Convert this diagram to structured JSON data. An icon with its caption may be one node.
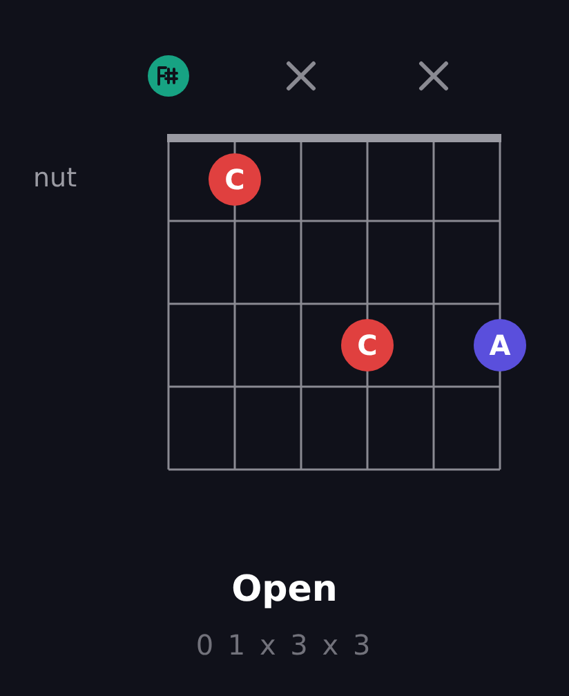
{
  "diagram": {
    "title": "Open",
    "nodes": [
      {
        "text": [
          "C"
        ]
      },
      {
        "text": [
          "C"
        ]
      },
      {
        "text": [
          "A"
        ]
      }
    ],
    "labels": [
      "nut",
      "0 1 x 3 x 3"
    ]
  }
}
